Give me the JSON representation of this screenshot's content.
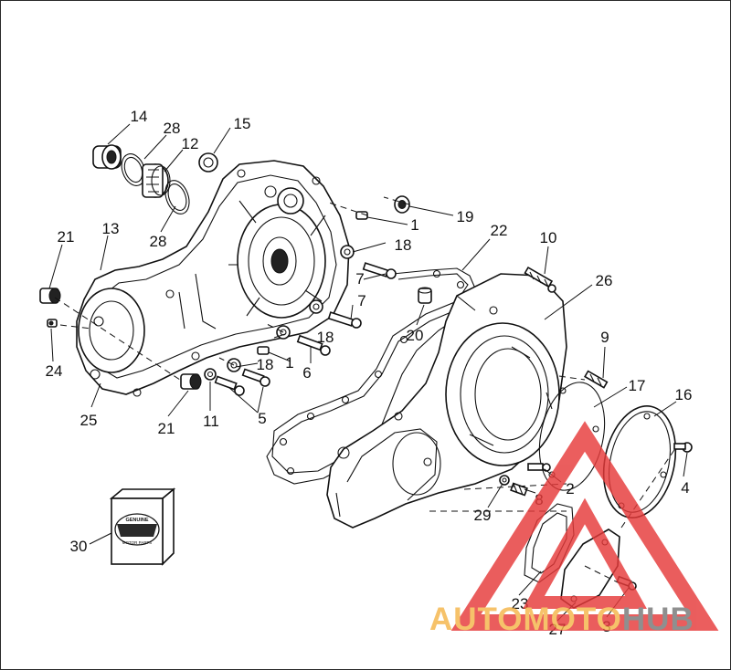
{
  "diagram": {
    "callouts": [
      {
        "id": "c14",
        "text": "14"
      },
      {
        "id": "c28a",
        "text": "28"
      },
      {
        "id": "c15",
        "text": "15"
      },
      {
        "id": "c12",
        "text": "12"
      },
      {
        "id": "c28b",
        "text": "28"
      },
      {
        "id": "c13",
        "text": "13"
      },
      {
        "id": "c21a",
        "text": "21"
      },
      {
        "id": "c24",
        "text": "24"
      },
      {
        "id": "c25",
        "text": "25"
      },
      {
        "id": "c21b",
        "text": "21"
      },
      {
        "id": "c11",
        "text": "11"
      },
      {
        "id": "c5",
        "text": "5"
      },
      {
        "id": "c18a",
        "text": "18"
      },
      {
        "id": "c1a",
        "text": "1"
      },
      {
        "id": "c19",
        "text": "19"
      },
      {
        "id": "c18b",
        "text": "18"
      },
      {
        "id": "c7a",
        "text": "7"
      },
      {
        "id": "c7b",
        "text": "7"
      },
      {
        "id": "c18c",
        "text": "18"
      },
      {
        "id": "c1b",
        "text": "1"
      },
      {
        "id": "c6",
        "text": "6"
      },
      {
        "id": "c22",
        "text": "22"
      },
      {
        "id": "c10",
        "text": "10"
      },
      {
        "id": "c20",
        "text": "20"
      },
      {
        "id": "c26",
        "text": "26"
      },
      {
        "id": "c9",
        "text": "9"
      },
      {
        "id": "c17",
        "text": "17"
      },
      {
        "id": "c16",
        "text": "16"
      },
      {
        "id": "c4",
        "text": "4"
      },
      {
        "id": "c2",
        "text": "2"
      },
      {
        "id": "c8",
        "text": "8"
      },
      {
        "id": "c29",
        "text": "29"
      },
      {
        "id": "c23",
        "text": "23"
      },
      {
        "id": "c27",
        "text": "27"
      },
      {
        "id": "c3",
        "text": "3"
      },
      {
        "id": "c30",
        "text": "30"
      }
    ]
  },
  "kit_box": {
    "badge_top": "GENUINE",
    "badge_bottom": "MOTOR PARTS"
  },
  "watermark": {
    "text_auto": "AUTO",
    "text_moto": "MOTO",
    "text_hub": "HUB",
    "color_triangle": "#e63a3a",
    "color_auto": "#f5b54a",
    "color_hub": "#777777"
  }
}
